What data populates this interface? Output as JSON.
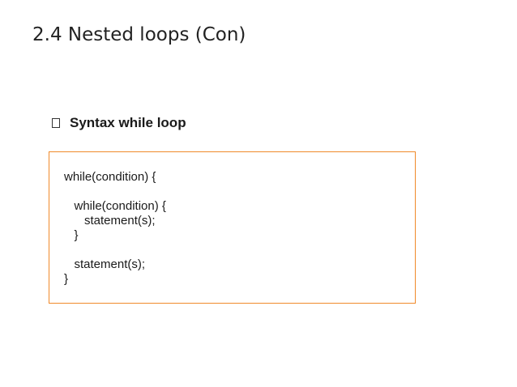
{
  "slide": {
    "title": "2.4 Nested loops (Con)",
    "bullet": {
      "icon": "square-bullet-icon",
      "text": "Syntax while loop"
    },
    "code_box": {
      "border_color": "#f08a2a",
      "lines": [
        "while(condition) {",
        "",
        "   while(condition) {",
        "      statement(s);",
        "   }",
        "",
        "   statement(s);",
        "}"
      ]
    }
  }
}
